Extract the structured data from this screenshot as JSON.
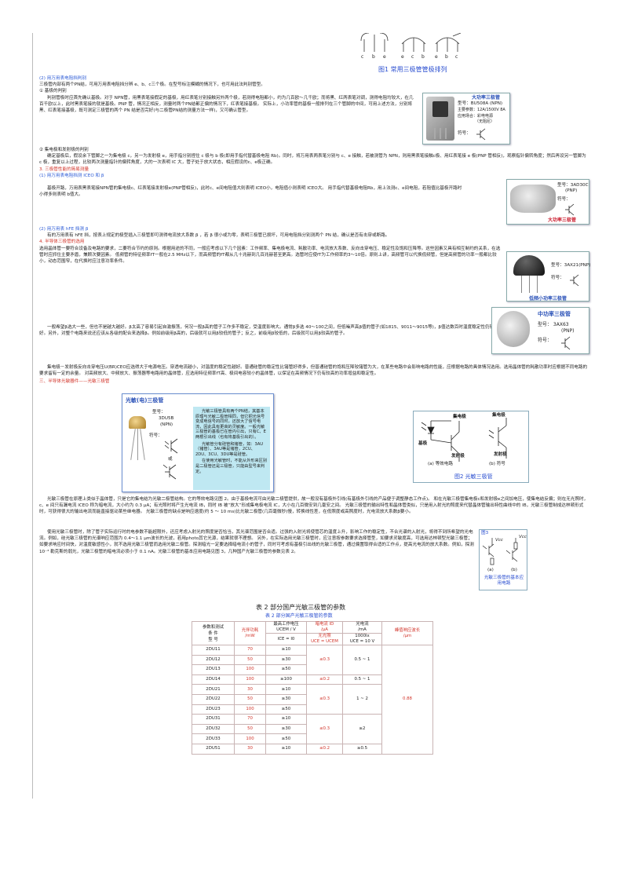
{
  "fig1": {
    "pin_groups": [
      [
        "c",
        "b",
        "e"
      ],
      [
        "e",
        "c",
        "b"
      ],
      [
        "e",
        "b",
        "c"
      ]
    ],
    "caption": "图1  常用三极管管极排列"
  },
  "s2": {
    "title": "(2)  用万用表电阻挡判别",
    "p1": "三极管内部有两个PN结，可用万用表电阻挡分辨 e、b、c三个极。在型号标注模糊的情况下，也可用此法判别管型。",
    "sub1": "①  基极的判别",
    "p2": "判别管极时应首先确认基极。对于 NPN管，用黑表笔接假定的基极，用红表笔分别接触另外两个极，若测得电阻都小，约为几百欧～几千欧；而将黑、红两表笔对调，测得电阻均较大，在几百千欧以上，此时黑表笔接的就是基极。PNP 管，情况正相反，测量时两个PN结都正偏的情况下，红表笔接基极。  实际上，小功率管的基极一般排列在三个管脚的中间，可用上述方法，分别将黑、红表笔接基极，既可测定三极管的两个 PN 结是否完好(与二极管PN结的测量方法一样)，又可确认管型。",
    "sub2": "②  集电极和发射极的判别",
    "p3": "确定基极后，假设余下管脚之一为集电极  c，另一为发射极  e，用手指分别捏住  c  极与  b  极(即用手指代替基极电阻  Rb)。同时，将万用表两表笔分别与  c、e  接触，若被测管为 NPN，则用黑表笔接触c极、用红表笔接  e  极(PNP  管相反)，观察指针偏转角度；然后再设另一管脚为  c  极，重复以上过程，比较两次测量指针的偏转角度，大的一次表明  IC  大，管子处于放大状态，相应假设的c、e极正确。"
  },
  "s3": {
    "title": "3. 三极管性能的简易测量",
    "sub1": "(1)  用万用表电阻挡测 ICEO 和 β",
    "p1": "基极开路，万用表黑表笔接NPN管的集电极c、红表笔接发射极e(PNP管相反)，此时c、e间电阻值大则表明 ICEO小，电阻值小则表明 ICEO大。 用手指代替基极电阻Rb，用上法测c、e间电阻，若阻值比基极开路时小得多则表明  b值大。",
    "sub2": "(2)  用万用表  hFE  挡测  β",
    "p2": "有的万用表有  hFE  挡，按表上规定的极型插入三极管即可测得电流放大系数  β  ，若  β  很小或为零，表明三极管已损坏，可用电阻挡分别测两个  PN  结，确认是否有击穿或断路。"
  },
  "s4": {
    "title": "4. 半导体三极管的选用",
    "p1": "选用晶体管一要符合设备及电路的要求，二要符合节约的原则。根据用途的不同，一般应考虑以下几个因素：工作频率、集电极电流、耗散功率、电流放大系数、反向击穿电压、稳定性及饱和压降等。这些因素又具有相互制约的关系，在选管时应抓住主要矛盾，兼顾次要因素。  低频管的特征频率fT一般在2.5 MHz以下，而高频管的fT都从几十兆赫到几百兆赫甚至更高。选管时应使fT为工作频率的3～10倍。原则上讲，高频管可以代换低频管，但是高频管的功率一般都比较小，动态范围窄，在代换时应注意功率条件。",
    "p2": "一般希望β选大一些，但也不是越大越好。β太高了容易引起自激振荡，何况一般β高的管子工作多不稳定，受温度影响大。通常β多选 40～100之间，但低噪声高β值的管子(如1815、9011～9015等)，β值达数百时温度稳定性仍较好。另外，对整个电路来说还应该从各级的配合来选择β。例如前级用β高的，后级就可以用β较低的管子；反之，前级用β较低的，后级就可以用β较高的管子。",
    "p3": "集电极－发射极反向击穿电压U(BR)CEO应选得大于电源电压。穿透电流越小，对温度的稳定性越好。普通硅管的稳定性比锗管好得多，但普通硅管的饱和压降较锗管为大，在某些电路中会影响电路的性能，应根据电路的具体情况选用。选用晶体管的耗散功率时应根据不同电路的要求留有一定的余量。  对高频放大、中频放大、振荡器等电路用的晶体管，应选用特征频率fT高、极间电容较小的晶体管，以保证在高频情况下仍有较高的功率增益和稳定性。"
  },
  "s5": {
    "title": "三、半导体光敏器件——光敏三极管",
    "p1": "光敏三极管在原理上类似于晶体管，只是它的集电结为光敏二极管结构。它的等效电路见图 2。由于基极电流可由光敏二极管提供，故一般没有基极外引线(有基极外引线的产品便于调整静态工作点)。  和在光敏三极管集电极c和发射极e之间加电压，使集电结反偏；则在无光照时，c、e 间只有漏电流  ICEO  称为暗电流，大小约为  0.3 μA；有光照时将产生光电流  IB，同时  IB  被“放大”形成集电极电流  IC，大小在几百微安到几毫安之间。  光敏三极管的输出特性和晶体管类似，只是用入射光的照度来代替晶体管输出特性曲线中的 IB，光敏三极管制成达林顿形式时，可获得很大的输出电流而能直接驱动某些继电器。  光敏三极管的缺点是响应速度(约 5 ～ 10 ms)比光敏二极管(几百毫微秒)慢，转换线性差，在低照度或高照度时，光电流放大系数β要小。",
    "p2": "使用光敏三极管时，除了管子实际运行时的电参数不能超限外，还应考虑入射光的照度是否恰当，其光谱范围是否合适。过强的入射光将使管芯的温度上升，影响工作的稳定性，不合光谱的入射光，将得不到所希望的光电流。例如，硅光敏三极管的光谱响应范围为 0.4～1.1 μm波长的光波，若用photo其它光源，结果就很不理想。  另外，在实际选用光敏三极管时，应注意按参数要求选择管型，如要求灵敏度高，可选用达林顿型光敏三极管；如要求响应时间快，对温度敏感性小，就不选用光敏三极管而选用光敏二极管。探测暗光一定要选择暗电流小的管子，同时可考虑有基极引出线的光敏三极管，通过偏置取得合适的工作点，提高光电流的放大系数。例如，探测 10⁻³ 勒克斯的弱光，光敏三极管的暗电流必须小于 0.1 nA。光敏三极管的基本应用电路见图 3，几种国产光敏三极管的参数见表 2。"
  },
  "cards": {
    "power": {
      "title": "大功率三极管",
      "model": "型号：BU508A (NPN)",
      "params": "主要参数：12A/1500V 8A",
      "use": "应用场合：彩电电源",
      "use2": "（无阻尼）",
      "symbol": "符号："
    },
    "d10c": {
      "model": "型号：3AD30C",
      "type": "(PNP)",
      "symbol": "符号：",
      "title": "大功率三极管"
    },
    "lowfreq": {
      "model": "型号：3AX21(PNP)",
      "symbol": "符号：",
      "title": "低频小功率三极管"
    },
    "mid": {
      "title": "中功率三极管",
      "model": "型号：  3AX63",
      "type": "(PNP)",
      "symbol": "符号："
    }
  },
  "photo_card": {
    "title": "光敏(电)三极管",
    "model": "型号：",
    "model2": "3DU5B",
    "type": "(NPN)",
    "symbol": "符号：",
    "or": "或",
    "desc": "光敏三极管具有两个PN结，其基本原理与光敏二极管相同，但它把光信号变成电信号的同时，还放大了信号电流，因此具有更高的灵敏度。一般光敏三极管的基极已在管内引出，只有C、E两根引出线（也有将基极引出的）。",
    "desc2": "光敏管分有硅管和锗管，如：3AU（锗管）、3AU等是锗管，2CU、2DU、3CU、3DU等是硅管。",
    "desc3": "在使用光敏管时，不能从外形来区别是二极管还是三极管，只能由型号来判定。"
  },
  "fig2": {
    "collector": "集电极",
    "base": "基极",
    "emitter": "发射极",
    "sub_a": "(a)  等效电路",
    "sub_b": "(b)  符号",
    "collector2": "集电极",
    "emitter2": "发射极",
    "caption": "图2  光敏三极管"
  },
  "fig3": {
    "label": "图3",
    "vcc": "Vcc",
    "sub_a": "(a)",
    "sub_b": "(b)",
    "caption": "光敏三极管的基本应用电路"
  },
  "table": {
    "outer_title": "表 2  部分国产光敏三极管的参数",
    "inner_title": "表 2    部分国产光敏三极管的参数",
    "h_param": "参数和测试",
    "h_cond": "条  件",
    "h_model": "型  号",
    "h_power": "光伴功耗",
    "h_power_u": "/mW",
    "h_volt": "最高工作电压",
    "h_volt_u": "UCEM / V",
    "h_volt_c": "ICE = I0",
    "h_dark": "暗电流 ID",
    "h_dark_u": "/μA",
    "h_dark_c1": "无光照",
    "h_dark_c2": "UCE = UCEM",
    "h_light": "光电流",
    "h_light_u": "/mA",
    "h_light_c1": "1000lx",
    "h_light_c2": "UCE = 10 V",
    "h_peak": "峰值响应波长",
    "h_peak_u": "/μm",
    "rows": [
      [
        "2DU11",
        "70",
        "≥10"
      ],
      [
        "2DU12",
        "50",
        "≥30"
      ],
      [
        "2DU13",
        "100",
        "≥50"
      ],
      [
        "2DU14",
        "100",
        "≥100"
      ],
      [
        "2DU21",
        "30",
        "≥10"
      ],
      [
        "2DU22",
        "50",
        "≥30"
      ],
      [
        "2DU23",
        "100",
        "≥50"
      ],
      [
        "2DU31",
        "70",
        "≥10"
      ],
      [
        "2DU32",
        "50",
        "≥30"
      ],
      [
        "2DU33",
        "100",
        "≥50"
      ],
      [
        "2DU51",
        "30",
        "≥10"
      ]
    ],
    "dark_g1": "≤0.3",
    "dark_g2": "≤0.2",
    "dark_g3": "≤0.3",
    "dark_g4": "≤0.3",
    "dark_g5": "≤0.2",
    "light_g1": "0.5 ~ 1",
    "light_g2": "0.5 ~ 1",
    "light_g3": "1 ~ 2",
    "light_g4": "≥2",
    "light_g5": "≥0.5",
    "peak": "0.88"
  }
}
